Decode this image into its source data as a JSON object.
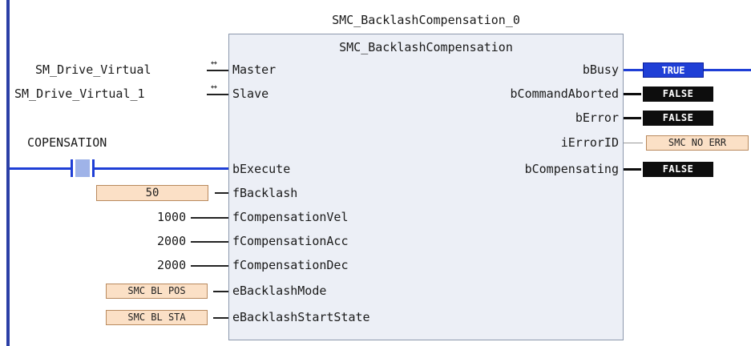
{
  "fb": {
    "instance_name": "SMC_BacklashCompensation_0",
    "type_name": "SMC_BacklashCompensation",
    "inputs": [
      {
        "pin": "Master",
        "value": "SM_Drive_Virtual"
      },
      {
        "pin": "Slave",
        "value": "SM_Drive_Virtual_1"
      },
      {
        "pin": "bExecute",
        "value": "COPENSATION"
      },
      {
        "pin": "fBacklash",
        "value": "50"
      },
      {
        "pin": "fCompensationVel",
        "value": "1000"
      },
      {
        "pin": "fCompensationAcc",
        "value": "2000"
      },
      {
        "pin": "fCompensationDec",
        "value": "2000"
      },
      {
        "pin": "eBacklashMode",
        "value": "SMC BL POS"
      },
      {
        "pin": "eBacklashStartState",
        "value": "SMC BL STA"
      }
    ],
    "outputs": [
      {
        "pin": "bBusy",
        "value": "TRUE"
      },
      {
        "pin": "bCommandAborted",
        "value": "FALSE"
      },
      {
        "pin": "bError",
        "value": "FALSE"
      },
      {
        "pin": "iErrorID",
        "value": "SMC NO ERR"
      },
      {
        "pin": "bCompensating",
        "value": "FALSE"
      }
    ]
  },
  "colors": {
    "wire_active": "#1f3fd6",
    "block_fill": "#eceff6",
    "value_true": "#1f3fd6",
    "value_false": "#0d0d0d",
    "constant_fill": "#fbe0c6"
  }
}
